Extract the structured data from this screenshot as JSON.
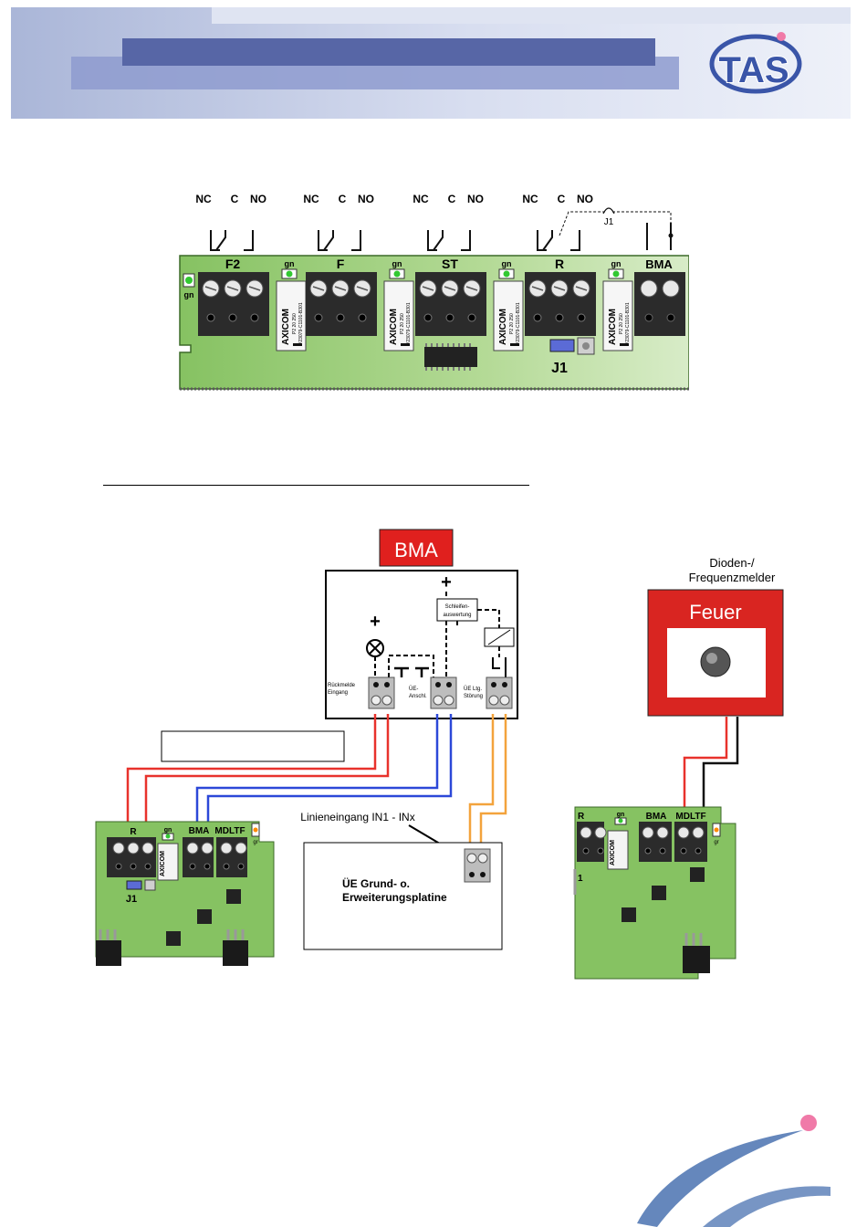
{
  "header": {
    "logo_text": "TAS"
  },
  "relay_board": {
    "contact_labels": [
      "NC",
      "C",
      "NO"
    ],
    "jumper_top": "J1",
    "relays": [
      {
        "name": "F2"
      },
      {
        "name": "F"
      },
      {
        "name": "ST"
      },
      {
        "name": "R"
      }
    ],
    "bma_label": "BMA",
    "led_label": "gn",
    "relay_brand": "AXICOM",
    "relay_code_1": "P2 20 250",
    "relay_code_2": "V23079-C1101-B301",
    "jumper_label": "J1"
  },
  "wiring_diagram": {
    "bma_title": "BMA",
    "plus": "+",
    "schleifen_line1": "Schleifen-",
    "schleifen_line2": "auswertung",
    "rueckmelde_line1": "Rückmelde",
    "rueckmelde_line2": "Eingang",
    "ue_anschl_line1": "ÜE-",
    "ue_anschl_line2": "Anschl.",
    "ue_stoerung_line1": "ÜE Ltg.",
    "ue_stoerung_line2": "Störung",
    "detector_title_line1": "Dioden-/",
    "detector_title_line2": "Frequenzmelder",
    "feuer_label": "Feuer",
    "linieneingang_label": "Linieneingang IN1 - INx",
    "ue_board_line1": "ÜE Grund- o.",
    "ue_board_line2": "Erweiterungsplatine",
    "left_board": {
      "r": "R",
      "gn": "gn",
      "bma": "BMA",
      "mdltf": "MDLTF",
      "j1": "J1",
      "axicom": "AXICOM",
      "gr": "gr"
    },
    "right_board": {
      "r": "R",
      "gn": "gn",
      "bma": "BMA",
      "mdltf": "MDLTF",
      "axicom": "AXICOM",
      "gr": "gr",
      "one": "1"
    }
  },
  "colors": {
    "pcb_green": "#8fc86a",
    "header_dark": "#5766a6",
    "bma_red": "#e0201e",
    "wire_red": "#e8322c",
    "wire_blue": "#2c48d8",
    "wire_orange": "#f3a33c",
    "swoosh": "#4a72b0",
    "dot_pink": "#f07aa8"
  }
}
